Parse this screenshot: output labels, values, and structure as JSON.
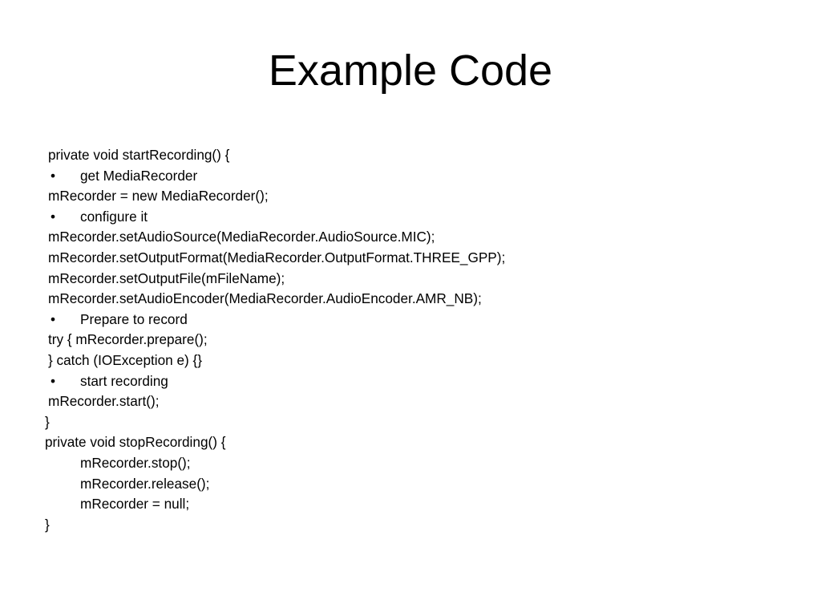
{
  "slide": {
    "title": "Example Code",
    "background_color": "#ffffff",
    "text_color": "#000000",
    "bullet_glyph": "•",
    "lines": [
      {
        "text": "private void startRecording() {",
        "style": "lead-space"
      },
      {
        "text": "get MediaRecorder",
        "style": "bullet"
      },
      {
        "text": "mRecorder = new MediaRecorder();",
        "style": "lead-space"
      },
      {
        "text": "configure it",
        "style": "bullet"
      },
      {
        "text": "mRecorder.setAudioSource(MediaRecorder.AudioSource.MIC);",
        "style": "lead-space"
      },
      {
        "text": "mRecorder.setOutputFormat(MediaRecorder.OutputFormat.THREE_GPP);",
        "style": "lead-space"
      },
      {
        "text": "mRecorder.setOutputFile(mFileName);",
        "style": "lead-space"
      },
      {
        "text": "mRecorder.setAudioEncoder(MediaRecorder.AudioEncoder.AMR_NB);",
        "style": "lead-space"
      },
      {
        "text": "Prepare to record",
        "style": "bullet"
      },
      {
        "text": "try { mRecorder.prepare();",
        "style": "lead-space"
      },
      {
        "text": "} catch (IOException e) {}",
        "style": "lead-space"
      },
      {
        "text": "start recording",
        "style": "bullet"
      },
      {
        "text": "mRecorder.start();",
        "style": "lead-space"
      },
      {
        "text": "}",
        "style": "flush"
      },
      {
        "text": "private void stopRecording() {",
        "style": "flush"
      },
      {
        "text": "mRecorder.stop();",
        "style": "indent2"
      },
      {
        "text": "mRecorder.release();",
        "style": "indent2"
      },
      {
        "text": "mRecorder = null;",
        "style": "indent2"
      },
      {
        "text": "}",
        "style": "flush"
      }
    ]
  }
}
